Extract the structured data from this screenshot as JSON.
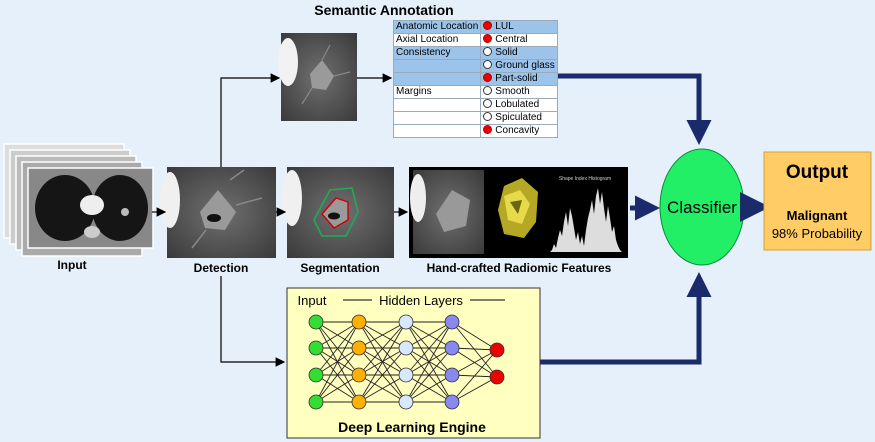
{
  "title": "Semantic  Annotation",
  "labels": {
    "input": "Input",
    "detection": "Detection",
    "segmentation": "Segmentation",
    "radiomic": "Hand-crafted Radiomic Features",
    "classifier": "Classifier",
    "output_title": "Output",
    "output_class": "Malignant",
    "output_prob": "98% Probability",
    "dl_input": "Input",
    "dl_hidden": "Hidden Layers",
    "dl_engine": "Deep Learning Engine",
    "histogram_title": "Shape Index Histogram"
  },
  "annotation": [
    {
      "key": "Anatomic Location",
      "value": "LUL",
      "selected": true,
      "highlight": true
    },
    {
      "key": "Axial Location",
      "value": "Central",
      "selected": true,
      "highlight": false
    },
    {
      "key": "Consistency",
      "value": "Solid",
      "selected": false,
      "highlight": true
    },
    {
      "key": "",
      "value": "Ground glass",
      "selected": false,
      "highlight": true
    },
    {
      "key": "",
      "value": "Part-solid",
      "selected": true,
      "highlight": true
    },
    {
      "key": "Margins",
      "value": "Smooth",
      "selected": false,
      "highlight": false
    },
    {
      "key": "",
      "value": "Lobulated",
      "selected": false,
      "highlight": false
    },
    {
      "key": "",
      "value": "Spiculated",
      "selected": false,
      "highlight": false
    },
    {
      "key": "",
      "value": "Concavity",
      "selected": true,
      "highlight": false
    }
  ],
  "colors": {
    "background": "#e6f0fa",
    "classifier": "#22ee66",
    "output_box": "#ffcc66",
    "dl_box": "#ffffc0",
    "arrow_dark": "#1b2a6b",
    "node_input": "#33dd33",
    "node_hidden1": "#ffb000",
    "node_hidden2": "#d8e8ff",
    "node_hidden3": "#8888ee",
    "node_output": "#ee0000"
  }
}
